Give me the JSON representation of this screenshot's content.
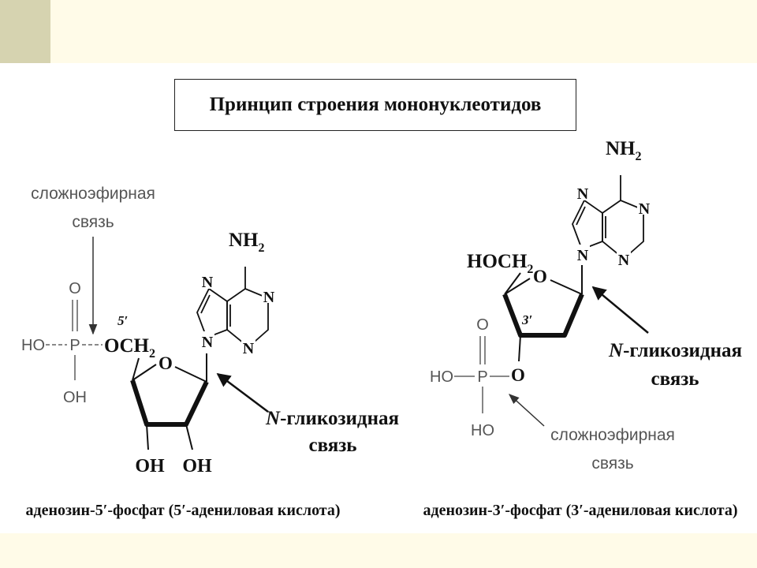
{
  "title": "Принцип строения мононуклеотидов",
  "colors": {
    "band": "#fffbe8",
    "corner": "#d6d3b0",
    "ink": "#111111",
    "light_ink": "#555555"
  },
  "left": {
    "ester_label_1": "сложноэфирная",
    "ester_label_2": "связь",
    "phosphate": {
      "o": "O",
      "ho": "HO",
      "p": "P",
      "oh": "OH"
    },
    "och2": "OCH",
    "sub2": "2",
    "pos": "5′",
    "ring_o": "O",
    "oh1": "OH",
    "oh2": "OH",
    "base": {
      "nh2": "NH",
      "sub2": "2",
      "n": "N"
    },
    "glyco_n": "N",
    "glyco_rest": "-гликозидная",
    "glyco_2": "связь",
    "caption": "аденозин-5′-фосфат (5′-адениловая кислота)"
  },
  "right": {
    "hoch2": "HOCH",
    "sub2": "2",
    "ring_o": "O",
    "pos": "3′",
    "o3": "O",
    "phosphate": {
      "o": "O",
      "ho": "HO",
      "p": "P",
      "ho_bottom": "HO"
    },
    "base": {
      "nh2": "NH",
      "sub2": "2",
      "n": "N"
    },
    "glyco_n": "N",
    "glyco_rest": "-гликозидная",
    "glyco_2": "связь",
    "ester_label_1": "сложноэфирная",
    "ester_label_2": "связь",
    "caption": "аденозин-3′-фосфат (3′-адениловая кислота)"
  }
}
